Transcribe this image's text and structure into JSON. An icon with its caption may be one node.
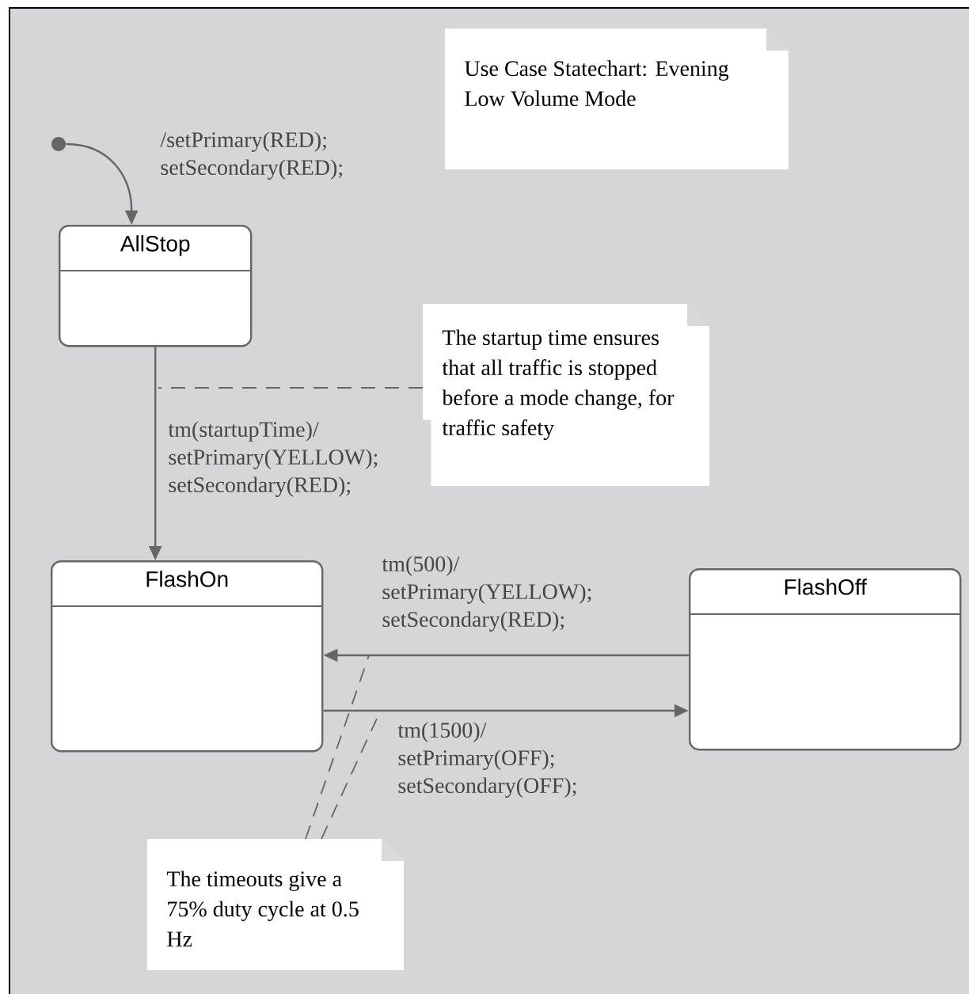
{
  "diagram": {
    "nodes": [
      {
        "text": [],
        "shape": "circle"
      },
      {
        "text": [
          "AllStop"
        ]
      },
      {
        "text": [
          "FlashOn"
        ]
      },
      {
        "text": [
          "FlashOff"
        ]
      },
      {
        "text": [
          "Use Case Statechart: Evening Low Volume Mode"
        ]
      },
      {
        "text": [
          "The startup time ensures that all traffic is stopped before a mode change, for traffic safety"
        ]
      },
      {
        "text": [
          "The timeouts give a 75% duty cycle at 0.5 Hz"
        ]
      }
    ],
    "edges": [
      {
        "from": 0,
        "to": 1,
        "arrow": "to",
        "label": "/setPrimary(RED); setSecondary(RED);"
      },
      {
        "from": 1,
        "to": 2,
        "arrow": "to",
        "label": "tm(startupTime)/ setPrimary(YELLOW); setSecondary(RED);"
      },
      {
        "from": 3,
        "to": 2,
        "arrow": "to",
        "label": "tm(500)/ setPrimary(YELLOW); setSecondary(RED);"
      },
      {
        "from": 2,
        "to": 3,
        "arrow": "to",
        "label": "tm(1500)/ setPrimary(OFF); setSecondary(OFF);"
      },
      {
        "from": 5,
        "to": null,
        "arrow": "none",
        "style": "dashed"
      },
      {
        "from": 6,
        "to": null,
        "arrow": "none",
        "style": "dashed"
      },
      {
        "from": 6,
        "to": null,
        "arrow": "none",
        "style": "dashed"
      }
    ]
  }
}
